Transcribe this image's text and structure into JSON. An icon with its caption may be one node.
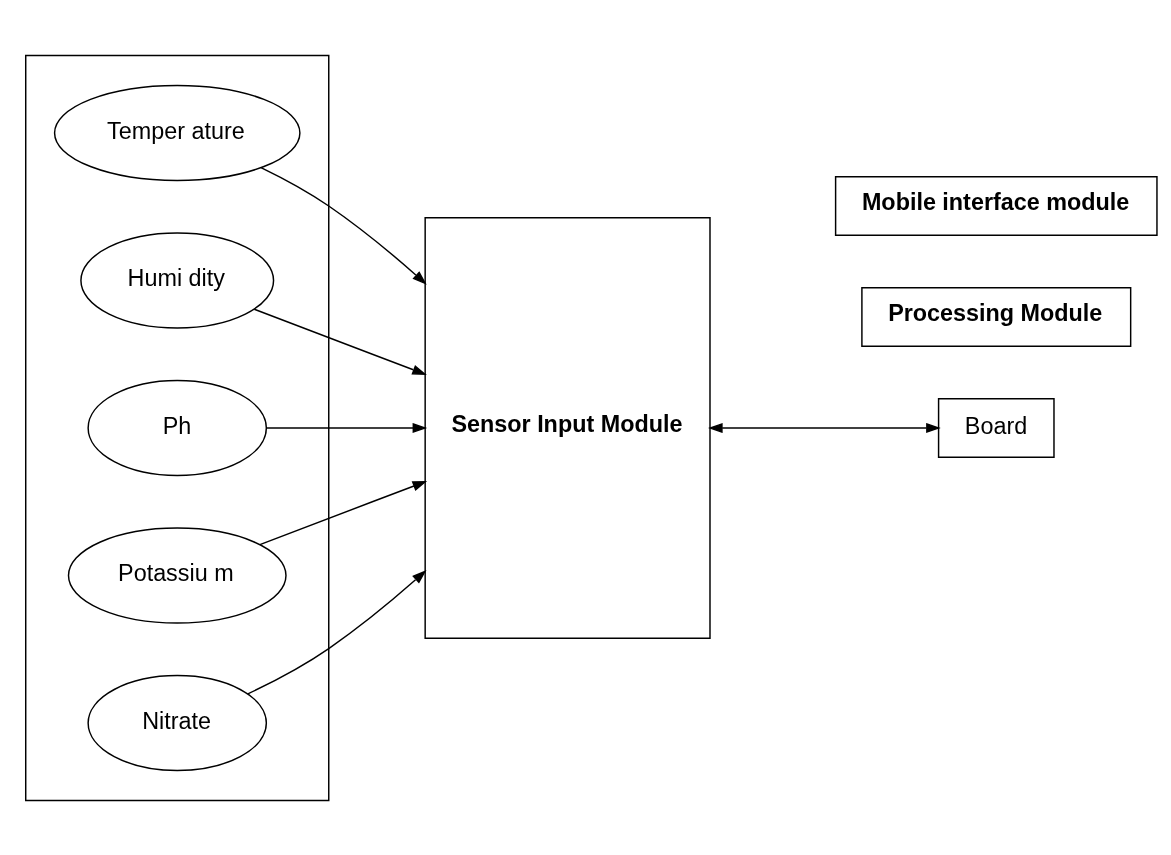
{
  "diagram": {
    "nodes": [
      {
        "text": [],
        "shape": "box"
      },
      {
        "text": [
          "Temper ature"
        ],
        "in": 0
      },
      {
        "text": [
          "Humi dity"
        ],
        "in": 0
      },
      {
        "text": [
          "Ph"
        ],
        "in": 0
      },
      {
        "text": [
          "Potassiu m"
        ],
        "in": 0
      },
      {
        "text": [
          "Nitrate"
        ],
        "in": 0
      },
      {
        "text": [
          "Sensor Input Module"
        ]
      },
      {
        "text": [
          "Processing Module"
        ]
      },
      {
        "text": [
          "Board"
        ]
      },
      {
        "text": [
          "Mobile interface module"
        ]
      }
    ],
    "edges": [
      {
        "from": 1,
        "to": 6,
        "arrow": "to"
      },
      {
        "from": 2,
        "to": 6,
        "arrow": "to"
      },
      {
        "from": 3,
        "to": 6,
        "arrow": "to"
      },
      {
        "from": 4,
        "to": 6,
        "arrow": "to"
      },
      {
        "from": 5,
        "to": 6,
        "arrow": "to"
      },
      {
        "from": 6,
        "to": 8,
        "arrow": "both"
      }
    ]
  }
}
